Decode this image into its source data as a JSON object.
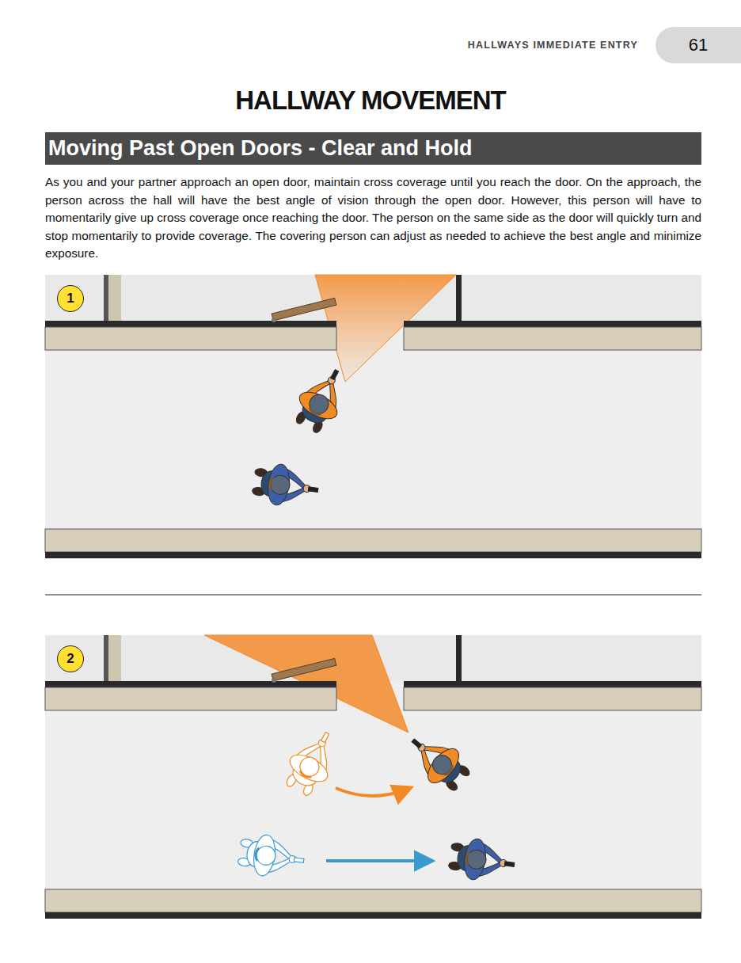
{
  "diagram": {
    "title": "HALLWAY MOVEMENT",
    "nodes": [
      {
        "text": [
          "61"
        ]
      },
      {
        "text": [
          "Moving Past Open Doors - Clear and Hold"
        ]
      },
      {
        "text": [
          "1"
        ]
      },
      {
        "text": [
          "2"
        ]
      }
    ],
    "labels": [
      "HALLWAYS IMMEDIATE ENTRY",
      "As you and your partner approach an open door, maintain cross coverage until you reach the door. On the approach, the person across the hall will have the best angle of vision through the open door. However, this person will have to momentarily give up cross coverage once reaching the door. The person on the same side as the door will quickly turn and stop momentarily to provide coverage. The covering person can adjust as needed to achieve the best angle and minimize exposure."
    ]
  }
}
